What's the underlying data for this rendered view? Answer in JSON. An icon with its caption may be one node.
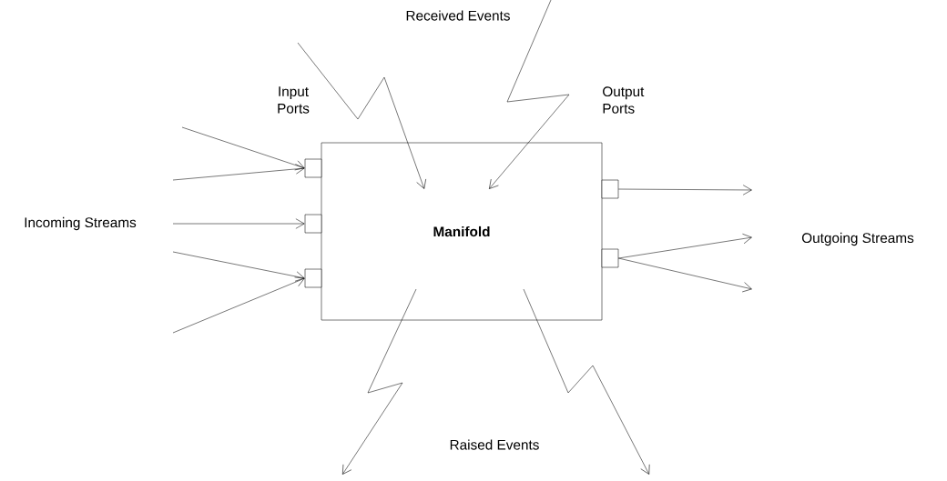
{
  "diagram": {
    "nodes": [
      {
        "text": [
          "Manifold"
        ]
      },
      {
        "text": [],
        "shape": "box"
      },
      {
        "text": [],
        "shape": "box"
      },
      {
        "text": [],
        "shape": "box"
      },
      {
        "text": [],
        "shape": "box"
      },
      {
        "text": [],
        "shape": "box"
      }
    ],
    "edges": [
      {
        "from": null,
        "to": 1,
        "arrow": "to"
      },
      {
        "from": null,
        "to": 1,
        "arrow": "to"
      },
      {
        "from": null,
        "to": 2,
        "arrow": "to"
      },
      {
        "from": null,
        "to": 3,
        "arrow": "to"
      },
      {
        "from": null,
        "to": 3,
        "arrow": "to"
      },
      {
        "from": 4,
        "to": null,
        "arrow": "to"
      },
      {
        "from": 5,
        "to": null,
        "arrow": "to"
      },
      {
        "from": 5,
        "to": null,
        "arrow": "to"
      },
      {
        "from": null,
        "to": 0,
        "arrow": "to"
      },
      {
        "from": null,
        "to": 0,
        "arrow": "to"
      },
      {
        "from": 0,
        "to": null,
        "arrow": "to"
      },
      {
        "from": 0,
        "to": null,
        "arrow": "to"
      }
    ],
    "labels": [
      "Received Events",
      "Input Ports",
      "Output Ports",
      "Incoming Streams",
      "Outgoing Streams",
      "Raised Events"
    ]
  }
}
